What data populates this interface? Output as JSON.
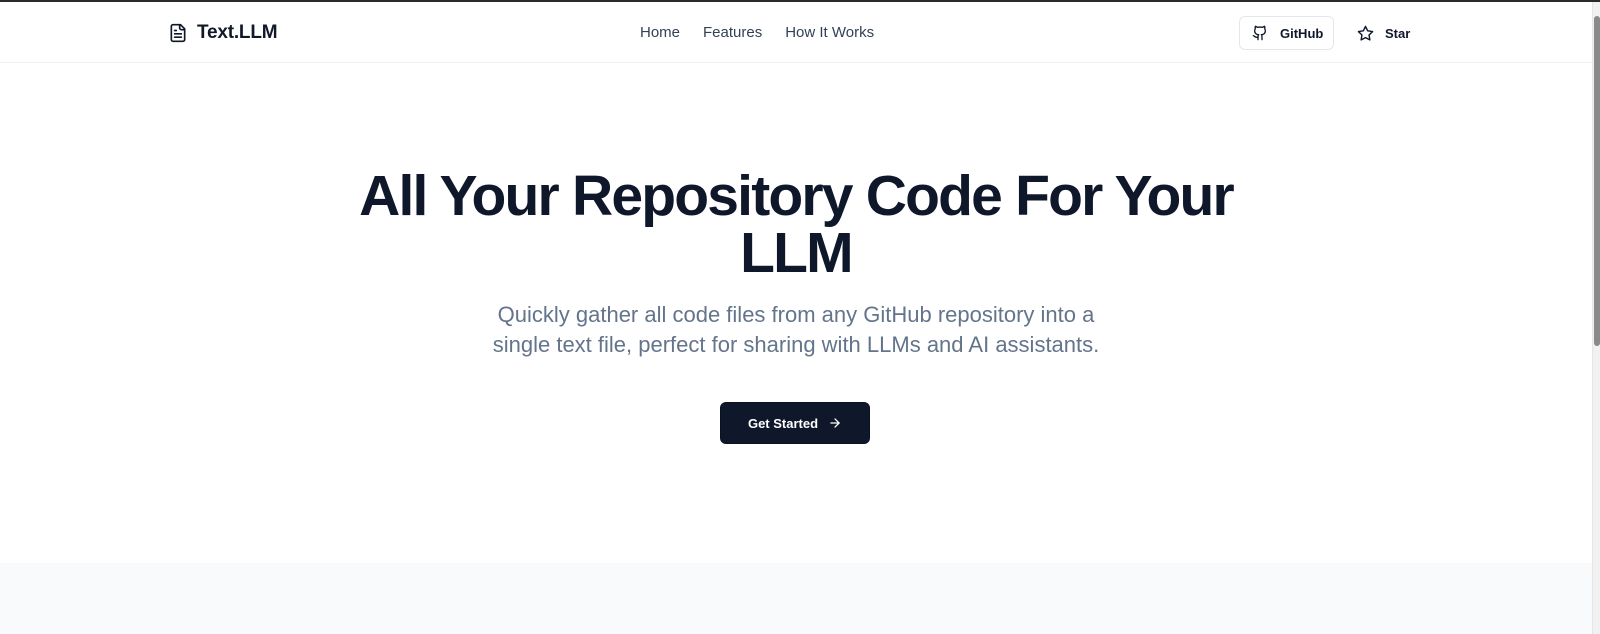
{
  "header": {
    "brand": "Text.LLM",
    "nav": [
      {
        "label": "Home"
      },
      {
        "label": "Features"
      },
      {
        "label": "How It Works"
      }
    ],
    "github_label": "GitHub",
    "star_label": "Star"
  },
  "hero": {
    "title_line1": "All Your Repository Code For Your",
    "title_line2": "LLM",
    "subtitle_line1": "Quickly gather all code files from any GitHub repository into a",
    "subtitle_line2": "single text file, perfect for sharing with LLMs and AI assistants.",
    "cta_label": "Get Started"
  },
  "colors": {
    "primary": "#0f172a",
    "muted_text": "#64748b",
    "nav_text": "#334155",
    "section_background": "#f8fafc"
  },
  "icons": {
    "brand": "file-text-icon",
    "github": "github-icon",
    "star": "star-icon",
    "cta": "arrow-right-icon"
  }
}
